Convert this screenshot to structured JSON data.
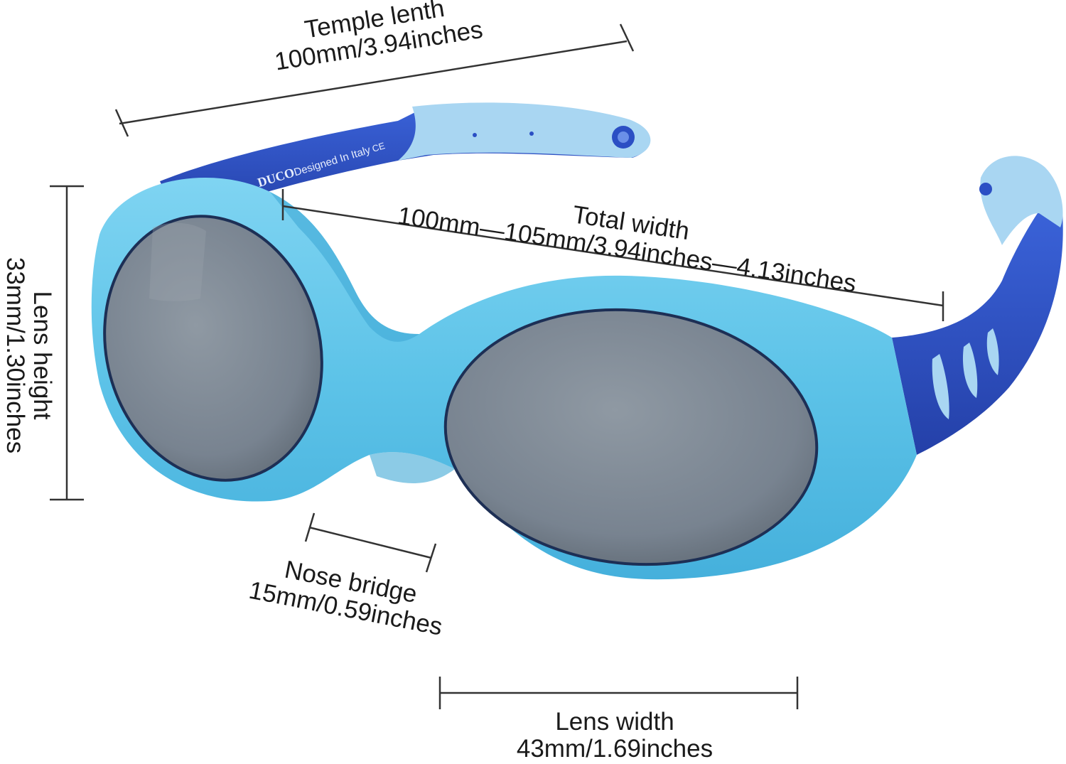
{
  "dimensions": {
    "temple_length": {
      "label": "Temple lenth",
      "value": "100mm/3.94inches"
    },
    "total_width": {
      "label": "Total width",
      "value_line1": "100mm—105mm/3.94inches—4.13inches"
    },
    "lens_height": {
      "label": "Lens height",
      "value": "33mm/1.30inches"
    },
    "nose_bridge": {
      "label": "Nose bridge",
      "value": "15mm/0.59inches"
    },
    "lens_width": {
      "label": "Lens width",
      "value": "43mm/1.69inches"
    }
  },
  "temple_print": {
    "brand": "DUCO",
    "text": "Designed  In  Italy",
    "mark": "CE"
  },
  "colors": {
    "frame_light": "#5dc3e8",
    "frame_shade": "#3fa9d6",
    "temple_dark": "#2b4fc4",
    "temple_tip": "#a9d6f2",
    "lens": "#7d8791",
    "line": "#333333"
  }
}
